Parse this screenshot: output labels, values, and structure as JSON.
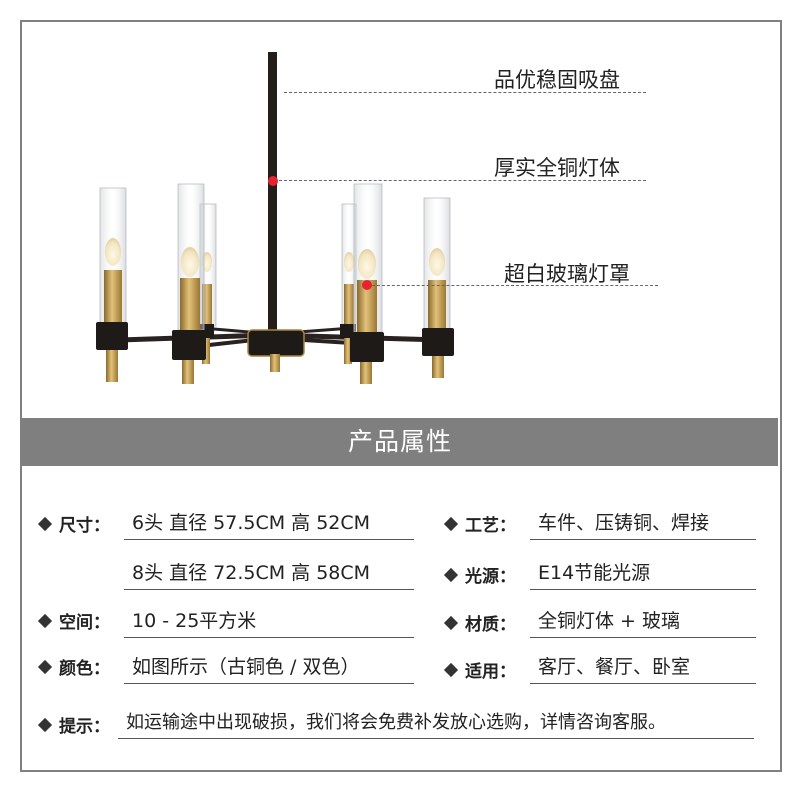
{
  "annotations": {
    "top": "品优稳固吸盘",
    "middle": "厚实全铜灯体",
    "lower": "超白玻璃灯罩"
  },
  "section_title": "产品属性",
  "attributes": {
    "size": {
      "label": "尺寸：",
      "values": [
        "6头  直径 57.5CM   高 52CM",
        "8头  直径 72.5CM   高 58CM"
      ]
    },
    "space": {
      "label": "空间：",
      "value": "10 - 25平方米"
    },
    "color": {
      "label": "颜色：",
      "value": "如图所示（古铜色 /  双色）"
    },
    "craft": {
      "label": "工艺：",
      "value": "车件、压铸铜、焊接"
    },
    "light_source": {
      "label": "光源：",
      "value": "E14节能光源"
    },
    "material": {
      "label": "材质：",
      "value": "全铜灯体 + 玻璃"
    },
    "usage": {
      "label": "适用：",
      "value": "客厅、餐厅、卧室"
    },
    "tip": {
      "label": "提示：",
      "value": "如运输途中出现破损，我们将会免费补发放心选购，详情咨询客服。"
    }
  },
  "colors": {
    "banner_bg": "#7f7f7f",
    "marker_red": "#e8232f",
    "brass": "#c9a24a",
    "iron_black": "#1e1a18"
  }
}
